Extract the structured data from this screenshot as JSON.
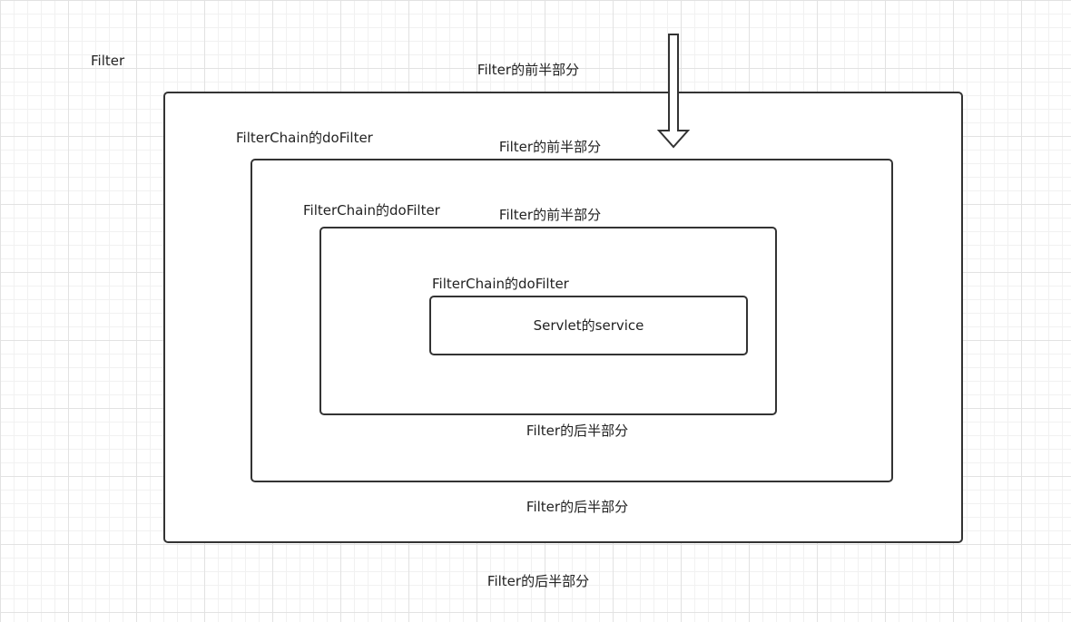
{
  "diagram": {
    "title": "Filter",
    "layers": [
      {
        "filter_before": "Filter的前半部分",
        "filter_after": "Filter的后半部分",
        "chain_label": "FilterChain的doFilter"
      },
      {
        "filter_before": "Filter的前半部分",
        "filter_after": "Filter的后半部分",
        "chain_label": "FilterChain的doFilter"
      },
      {
        "filter_before": "Filter的前半部分",
        "filter_after": "Filter的后半部分",
        "chain_label": "FilterChain的doFilter"
      }
    ],
    "core": "Servlet的service",
    "arrow_icon": "down-arrow-icon",
    "colors": {
      "stroke": "#333333",
      "text": "#222222",
      "grid": "#e2e2e2"
    }
  }
}
